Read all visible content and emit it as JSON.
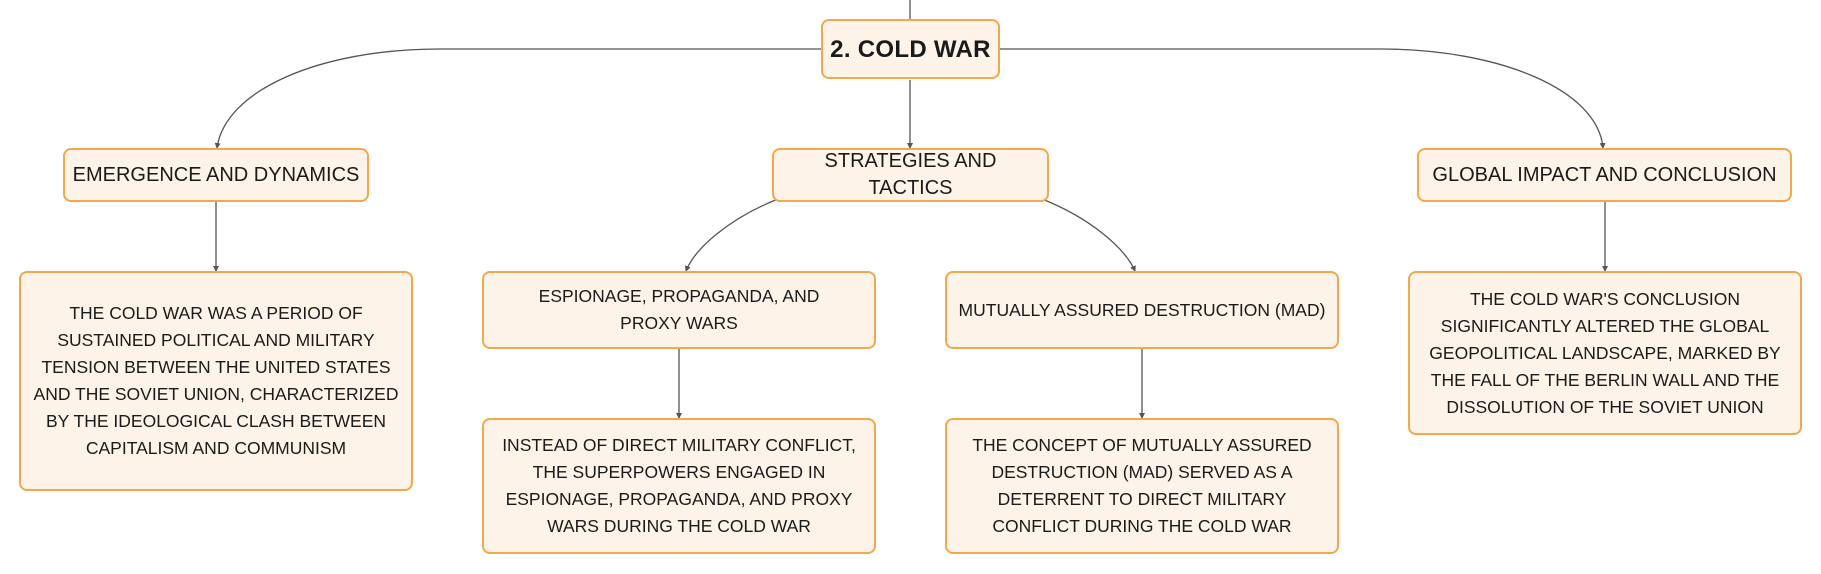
{
  "diagram": {
    "root": {
      "label": "2. COLD WAR"
    },
    "categories": [
      {
        "label": "EMERGENCE AND DYNAMICS"
      },
      {
        "label": "STRATEGIES AND TACTICS"
      },
      {
        "label": "GLOBAL IMPACT AND CONCLUSION"
      }
    ],
    "emergence_detail": "THE COLD WAR WAS A PERIOD OF SUSTAINED POLITICAL AND MILITARY TENSION BETWEEN THE UNITED STATES AND THE SOVIET UNION, CHARACTERIZED BY THE IDEOLOGICAL CLASH BETWEEN CAPITALISM AND COMMUNISM",
    "strategies": [
      {
        "label": "ESPIONAGE, PROPAGANDA, AND PROXY WARS",
        "detail": "INSTEAD OF DIRECT MILITARY CONFLICT, THE SUPERPOWERS ENGAGED IN ESPIONAGE, PROPAGANDA, AND PROXY WARS DURING THE COLD WAR"
      },
      {
        "label": "MUTUALLY ASSURED DESTRUCTION (MAD)",
        "detail": "THE CONCEPT OF MUTUALLY ASSURED DESTRUCTION (MAD) SERVED AS A DETERRENT TO DIRECT MILITARY CONFLICT DURING THE COLD WAR"
      }
    ],
    "global_detail": "THE COLD WAR'S CONCLUSION SIGNIFICANTLY ALTERED THE GLOBAL GEOPOLITICAL LANDSCAPE, MARKED BY THE FALL OF THE BERLIN WALL AND THE DISSOLUTION OF THE SOVIET UNION",
    "colors": {
      "node_fill": "#fdf3e8",
      "node_border": "#f2a84b",
      "connector": "#555555",
      "text": "#1a1a1a"
    }
  }
}
